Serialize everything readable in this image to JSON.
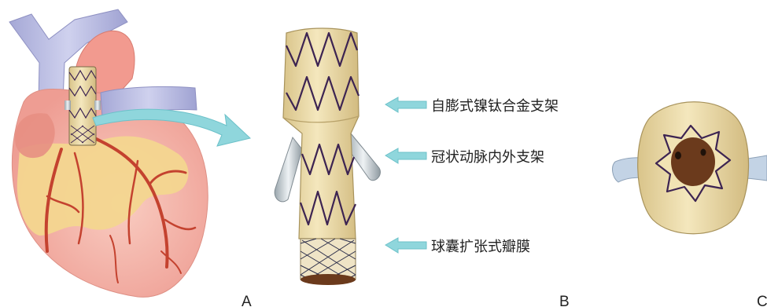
{
  "panels": {
    "a": "A",
    "b": "B",
    "c": "C"
  },
  "callouts": [
    "自膨式镍钛合金支架",
    "冠状动脉内外支架",
    "球囊扩张式瓣膜"
  ],
  "colors": {
    "heart_body": "#f4b3a6",
    "heart_fat": "#f5dc95",
    "coronary": "#c0392b",
    "vein": "#b7b9de",
    "aorta": "#f0908a",
    "stent_fabric": "#ecdcab",
    "stent_wire": "#3d2452",
    "arrow": "#8fd6dc",
    "stent_cavity": "#6b3a1c"
  },
  "icons": [
    "curved-arrow-icon",
    "pointer-arrow-icon"
  ]
}
